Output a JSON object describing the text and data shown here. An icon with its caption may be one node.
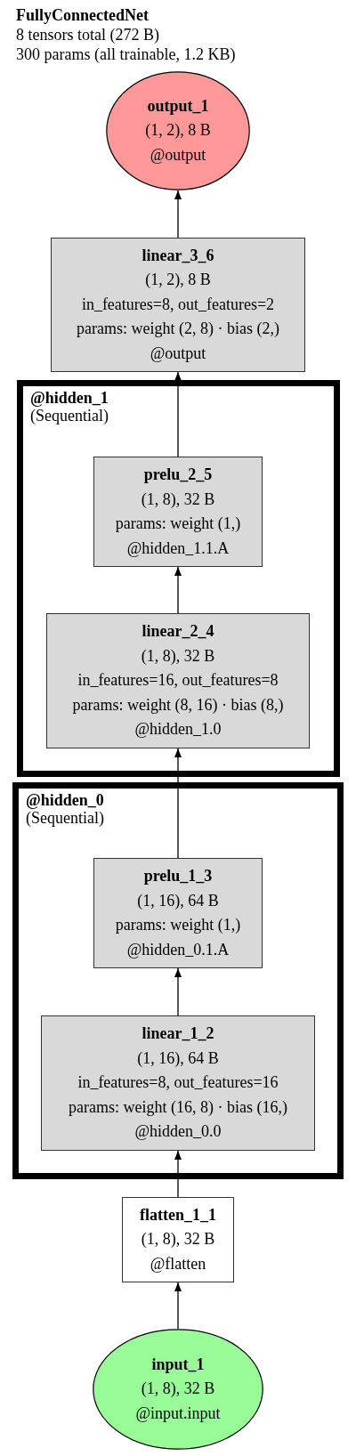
{
  "diagram": {
    "title": "FullyConnectedNet",
    "labels": [
      "8 tensors total (272 B)",
      "300 params (all trainable, 1.2 KB)"
    ],
    "nodes": [
      {
        "text": [
          "output_1",
          "(1, 2), 8 B",
          "@output"
        ]
      },
      {
        "text": [
          "linear_3_6",
          "(1, 2), 8 B",
          "in_features=8, out_features=2",
          "params: weight (2, 8) · bias (2,)",
          "@output"
        ]
      },
      {
        "text": [
          "@hidden_1",
          "(Sequential)"
        ]
      },
      {
        "text": [
          "prelu_2_5",
          "(1, 8), 32 B",
          "params: weight (1,)",
          "@hidden_1.1.A"
        ],
        "in": 2
      },
      {
        "text": [
          "linear_2_4",
          "(1, 8), 32 B",
          "in_features=16, out_features=8",
          "params: weight (8, 16) · bias (8,)",
          "@hidden_1.0"
        ],
        "in": 2
      },
      {
        "text": [
          "@hidden_0",
          "(Sequential)"
        ]
      },
      {
        "text": [
          "prelu_1_3",
          "(1, 16), 64 B",
          "params: weight (1,)",
          "@hidden_0.1.A"
        ],
        "in": 5
      },
      {
        "text": [
          "linear_1_2",
          "(1, 16), 64 B",
          "in_features=8, out_features=16",
          "params: weight (16, 8) · bias (16,)",
          "@hidden_0.0"
        ],
        "in": 5
      },
      {
        "text": [
          "flatten_1_1",
          "(1, 8), 32 B",
          "@flatten"
        ]
      },
      {
        "text": [
          "input_1",
          "(1, 8), 32 B",
          "@input.input"
        ]
      }
    ],
    "edges": [
      {
        "from": 9,
        "to": 8,
        "arrow": "to"
      },
      {
        "from": 8,
        "to": 7,
        "arrow": "to"
      },
      {
        "from": 7,
        "to": 6,
        "arrow": "to"
      },
      {
        "from": 6,
        "to": 4,
        "arrow": "to"
      },
      {
        "from": 4,
        "to": 3,
        "arrow": "to"
      },
      {
        "from": 3,
        "to": 1,
        "arrow": "to"
      },
      {
        "from": 1,
        "to": 0,
        "arrow": "to"
      }
    ]
  }
}
